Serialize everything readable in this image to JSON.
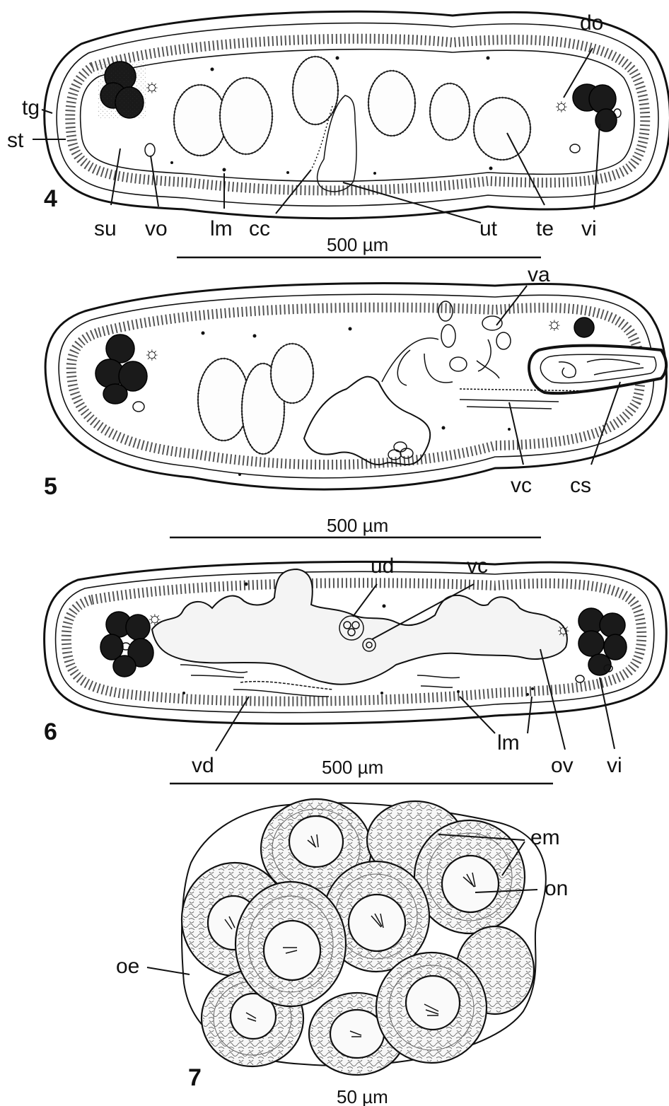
{
  "figures": [
    {
      "number": "4",
      "scale": "500 µm",
      "labels": {
        "tg": "tg",
        "st": "st",
        "su": "su",
        "vo": "vo",
        "lm": "lm",
        "cc": "cc",
        "ut": "ut",
        "te": "te",
        "vi": "vi",
        "do": "do"
      }
    },
    {
      "number": "5",
      "scale": "500 µm",
      "labels": {
        "va": "va",
        "vc": "vc",
        "cs": "cs"
      }
    },
    {
      "number": "6",
      "scale": "500 µm",
      "labels": {
        "ud": "ud",
        "vc": "vc",
        "vd": "vd",
        "lm": "lm",
        "ov": "ov",
        "vi": "vi"
      }
    },
    {
      "number": "7",
      "scale": "50 µm",
      "labels": {
        "em": "em",
        "on": "on",
        "oe": "oe"
      }
    }
  ]
}
